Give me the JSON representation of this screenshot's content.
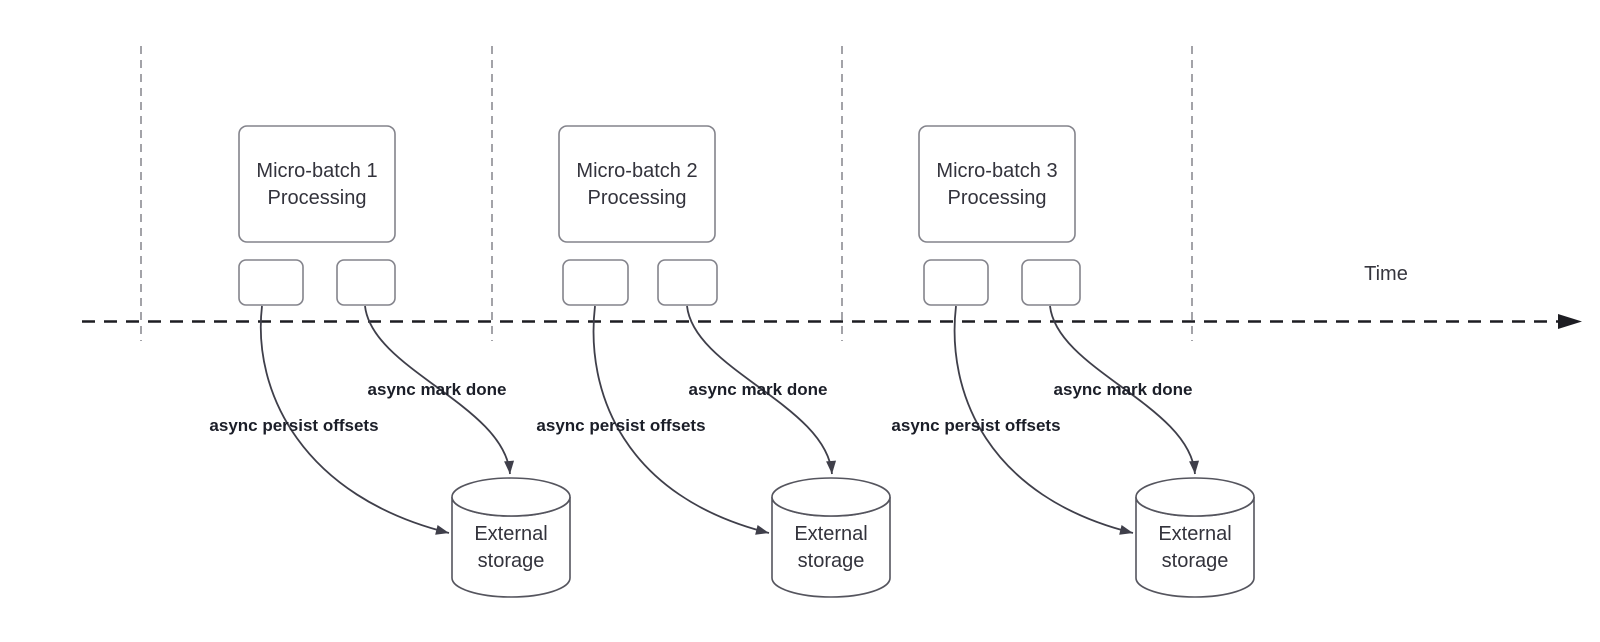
{
  "colors": {
    "background": "#ffffff",
    "process_box_stroke": "#83838b",
    "cylinder_stroke": "#55555e",
    "edge_stroke": "#3f3f4a",
    "timeline_stroke": "#1d1d22",
    "guide_line_stroke": "#a3a3a8",
    "box_text": "#33333c",
    "edge_label_text": "#1b1e28"
  },
  "diagram": {
    "timeline_label": "Time",
    "sections": [
      {
        "process_box": {
          "line1": "Micro-batch 1",
          "line2": "Processing"
        },
        "persist_edge_label": "async persist offsets",
        "done_edge_label": "async mark done",
        "storage": {
          "line1": "External",
          "line2": "storage"
        }
      },
      {
        "process_box": {
          "line1": "Micro-batch 2",
          "line2": "Processing"
        },
        "persist_edge_label": "async persist offsets",
        "done_edge_label": "async mark done",
        "storage": {
          "line1": "External",
          "line2": "storage"
        }
      },
      {
        "process_box": {
          "line1": "Micro-batch 3",
          "line2": "Processing"
        },
        "persist_edge_label": "async persist offsets",
        "done_edge_label": "async mark done",
        "storage": {
          "line1": "External",
          "line2": "storage"
        }
      }
    ]
  }
}
